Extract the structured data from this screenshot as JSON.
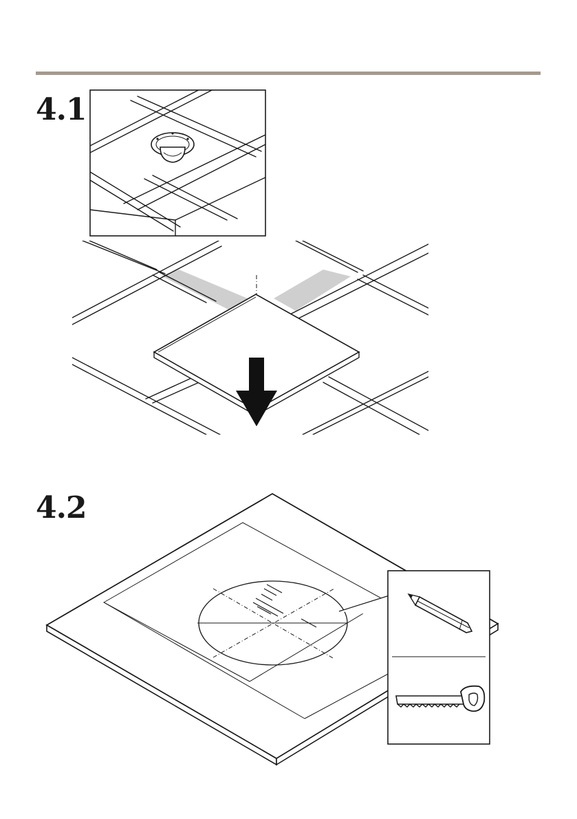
{
  "steps": [
    {
      "number": "4.1",
      "illustration": "ceiling-tile-removal"
    },
    {
      "number": "4.2",
      "illustration": "mark-and-cut-template"
    }
  ],
  "colors": {
    "rule": "#a59a8f",
    "line": "#1a1a1a",
    "shade": "#cfcfcf"
  },
  "icons": [
    "dome-camera-icon",
    "down-arrow-icon",
    "pencil-icon",
    "saw-icon"
  ]
}
